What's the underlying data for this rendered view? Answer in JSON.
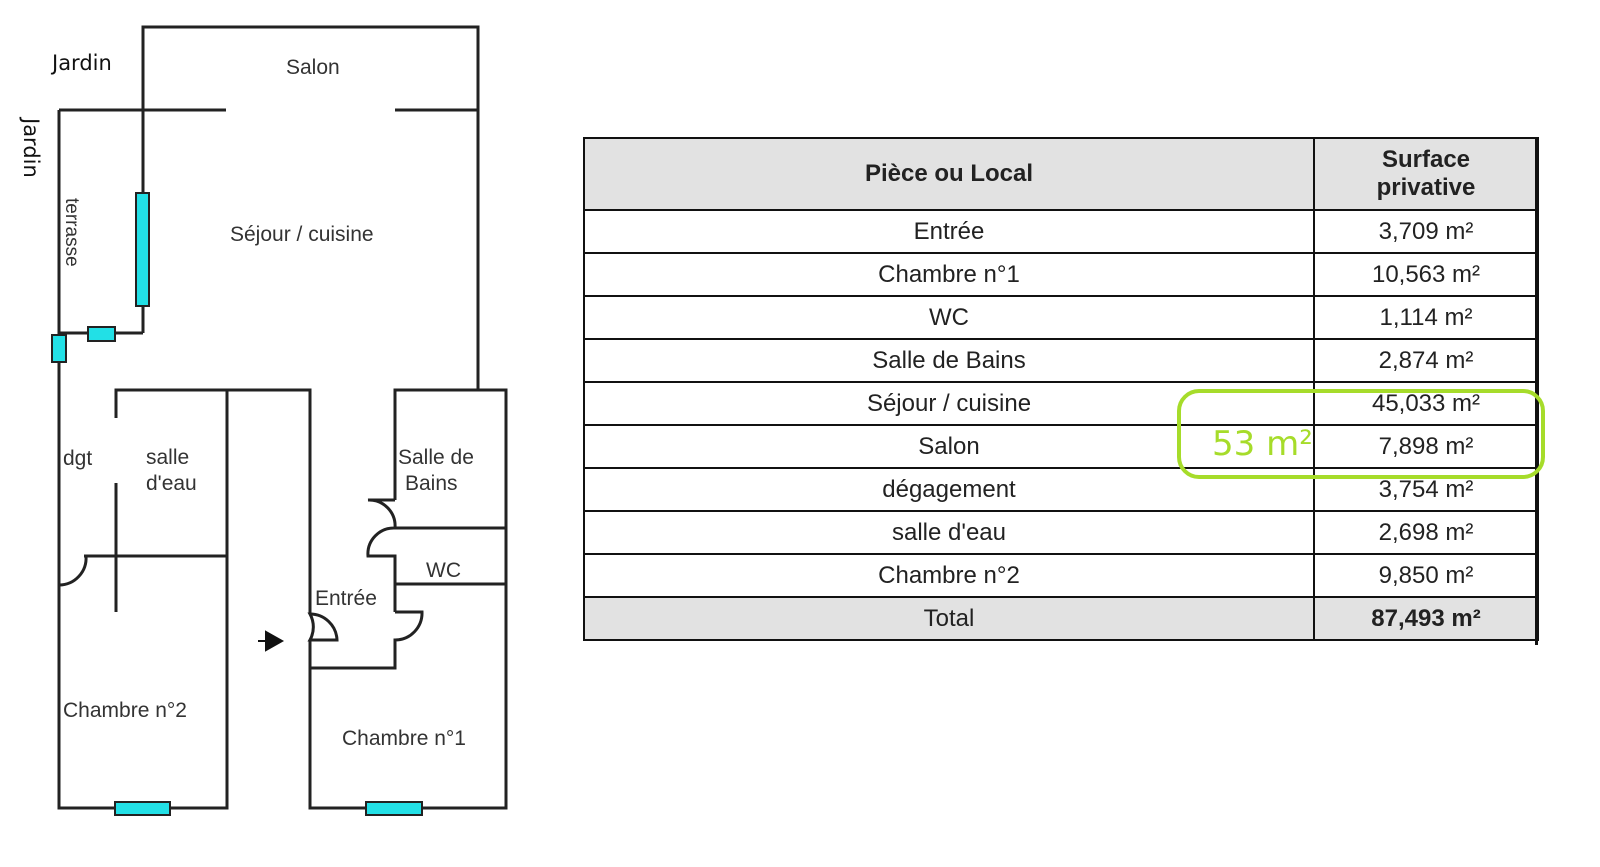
{
  "plan": {
    "labels": {
      "jardin_top": "Jardin",
      "jardin_side": "Jardin",
      "salon": "Salon",
      "terrasse": "terrasse",
      "sejour": "Séjour / cuisine",
      "dgt": "dgt",
      "salle_eau_1": "salle",
      "salle_eau_2": "d'eau",
      "sdb_1": "Salle de",
      "sdb_2": "Bains",
      "wc": "WC",
      "entree": "Entrée",
      "chambre2": "Chambre n°2",
      "chambre1": "Chambre n°1"
    },
    "colors": {
      "window": "#22e0e6",
      "wall": "#222222"
    }
  },
  "table": {
    "headers": [
      "Pièce ou Local",
      "Surface",
      "privative"
    ],
    "rows": [
      {
        "room": "Entrée",
        "surface": "3,709 m²"
      },
      {
        "room": "Chambre n°1",
        "surface": "10,563 m²"
      },
      {
        "room": "WC",
        "surface": "1,114 m²"
      },
      {
        "room": "Salle de Bains",
        "surface": "2,874 m²"
      },
      {
        "room": "Séjour / cuisine",
        "surface": "45,033 m²"
      },
      {
        "room": "Salon",
        "surface": "7,898 m²"
      },
      {
        "room": "dégagement",
        "surface": "3,754 m²"
      },
      {
        "room": "salle d'eau",
        "surface": "2,698 m²"
      },
      {
        "room": "Chambre n°2",
        "surface": "9,850 m²"
      }
    ],
    "total": {
      "room": "Total",
      "surface": "87,493 m²"
    }
  },
  "annotation": {
    "text": "53 m²",
    "color": "#a6dc2a"
  }
}
